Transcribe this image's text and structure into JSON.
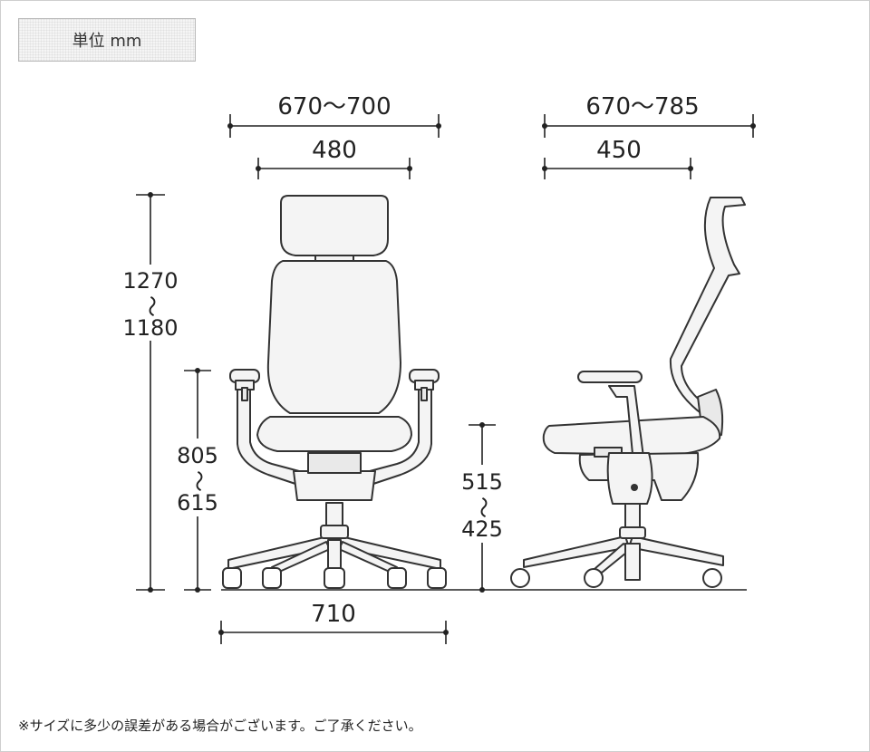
{
  "unit_label": "単位 mm",
  "dimensions": {
    "front_width_overall": "670〜700",
    "front_width_seat": "480",
    "side_depth_overall": "670〜785",
    "side_depth_seat": "450",
    "total_height": [
      "1270",
      "〜",
      "1180"
    ],
    "armrest_height": [
      "805",
      "〜",
      "615"
    ],
    "seat_height": [
      "515",
      "〜",
      "425"
    ],
    "base_width": "710"
  },
  "note": "※サイズに多少の誤差がある場合がございます。ご了承ください。"
}
